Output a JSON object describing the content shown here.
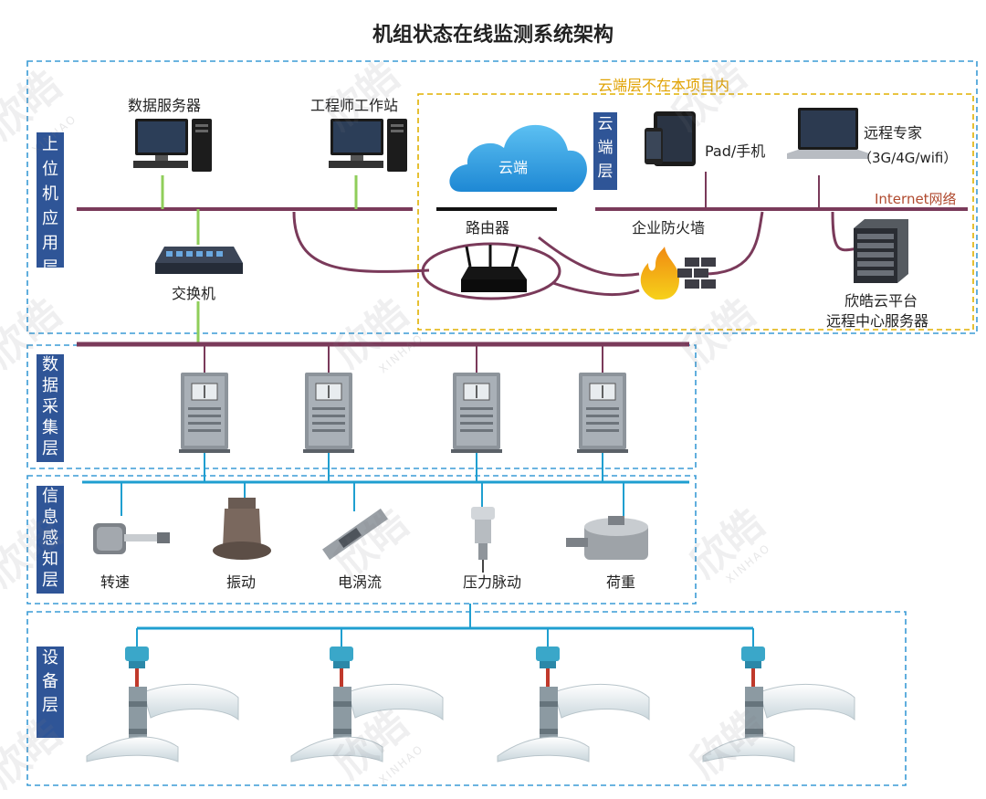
{
  "title": "机组状态在线监测系统架构",
  "layers": {
    "upper": "上\n位\n机\n应\n用\n层",
    "collect": "数\n据\n采\n集\n层",
    "sense": "信\n息\n感\n知\n层",
    "device": "设\n备\n层"
  },
  "upper": {
    "data_server": "数据服务器",
    "engineer_station": "工程师工作站",
    "switch": "交换机",
    "router": "路由器",
    "firewall": "企业防火墙",
    "cloud": "云端",
    "cloud_layer": "云\n端\n层",
    "cloud_note": "云端层不在本项目内",
    "pad_phone": "Pad/手机",
    "remote_expert": "远程专家",
    "remote_net": "（3G/4G/wifi）",
    "internet": "Internet网络",
    "platform_line1": "欣皓云平台",
    "platform_line2": "远程中心服务器"
  },
  "sensors": [
    "转速",
    "振动",
    "电涡流",
    "压力脉动",
    "荷重"
  ],
  "watermark": {
    "brand": "欣皓",
    "brand_en": "XINHAO"
  },
  "colors": {
    "layer_bg": "#2f5597",
    "dash_border": "#3a9bd5",
    "cloud_border": "#e0b000",
    "bus_purple": "#7a3a5a",
    "bus_cyan": "#1f9fd0",
    "green_link": "#8fce5a"
  }
}
